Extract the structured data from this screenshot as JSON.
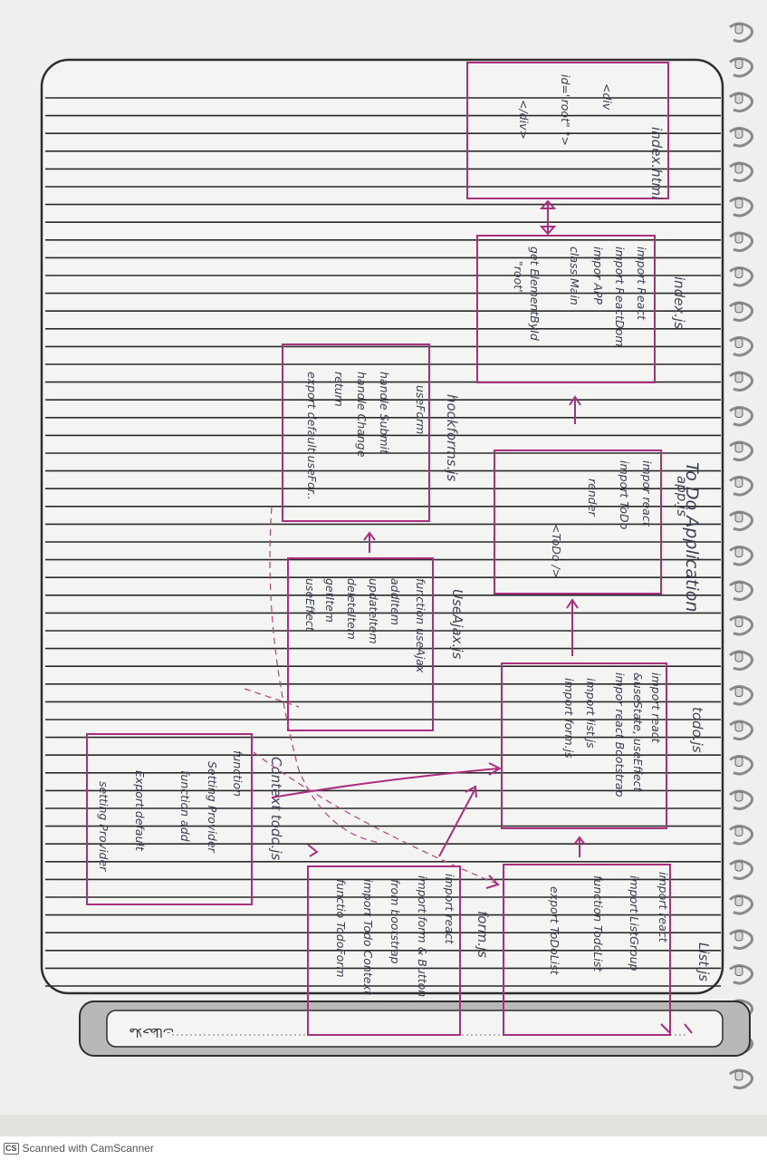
{
  "title": "To Do Application",
  "footer": {
    "logo": "CS",
    "text": "Scanned with CamScanner"
  },
  "notebook": {
    "bottom_label": "ملاحظات"
  },
  "boxes": {
    "index_html": {
      "title": "index.html",
      "lines": [
        "<div",
        "id=\"root\" \">",
        "</div>"
      ]
    },
    "index_js": {
      "title": "index.js",
      "lines": [
        "import React",
        "import ReactDom",
        "impor APP",
        "class Main",
        "get ElementById",
        "\"root\""
      ]
    },
    "hookforms": {
      "title": "hookforms.js",
      "lines": [
        "useForm",
        "handle Submit",
        "handle Change",
        "return",
        "export default useFor.."
      ]
    },
    "app_js": {
      "title": "app.js",
      "lines": [
        "impor react",
        "import ToDo",
        "render",
        "<ToDo />"
      ]
    },
    "useajax": {
      "title": "UseAjax.js",
      "lines": [
        "function useAjax",
        "addItem",
        "updateItem",
        "deleteItem",
        "getItem",
        "useEffect"
      ]
    },
    "todo_js": {
      "title": "todo.js",
      "lines": [
        "import react",
        "&useState, useEffect",
        "impor react Bootstrap",
        "import list.js",
        "import form.js"
      ]
    },
    "context": {
      "title": "Context todo.js",
      "lines": [
        "function",
        "Setting Provider",
        "function add",
        "Export default",
        "setting Provider"
      ]
    },
    "list_js": {
      "title": "List.js",
      "lines": [
        "import react",
        "import ListGroup",
        "function TodoList",
        "export ToDoList"
      ]
    },
    "form_js": {
      "title": "form.js",
      "lines": [
        "import react",
        "import form & Button",
        "from bootstrap",
        "import Todo Context",
        "functio TodoForm"
      ]
    }
  }
}
